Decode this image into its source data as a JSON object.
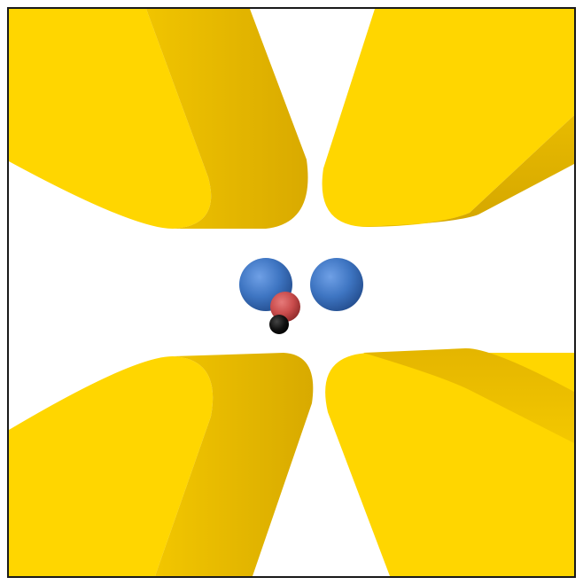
{
  "scene": {
    "description_free": true,
    "frame": {
      "border_color": "#1a1a1a",
      "background": "#ffffff"
    },
    "electrodes": [
      {
        "id": "upper-left",
        "face": "#FFD600",
        "side": "#E2B200"
      },
      {
        "id": "upper-right",
        "face": "#FFD600",
        "side": "#E0B100"
      },
      {
        "id": "lower-left",
        "face": "#FFD600",
        "side": "#E3B300"
      },
      {
        "id": "lower-right",
        "face": "#FFD600",
        "side": "#E6B800"
      }
    ],
    "particles": [
      {
        "id": "blue-sphere-left",
        "color": "#3E75C2"
      },
      {
        "id": "blue-sphere-right",
        "color": "#3E75C2"
      },
      {
        "id": "red-sphere",
        "color": "#C94C4C"
      },
      {
        "id": "black-sphere",
        "color": "#111111"
      }
    ]
  }
}
